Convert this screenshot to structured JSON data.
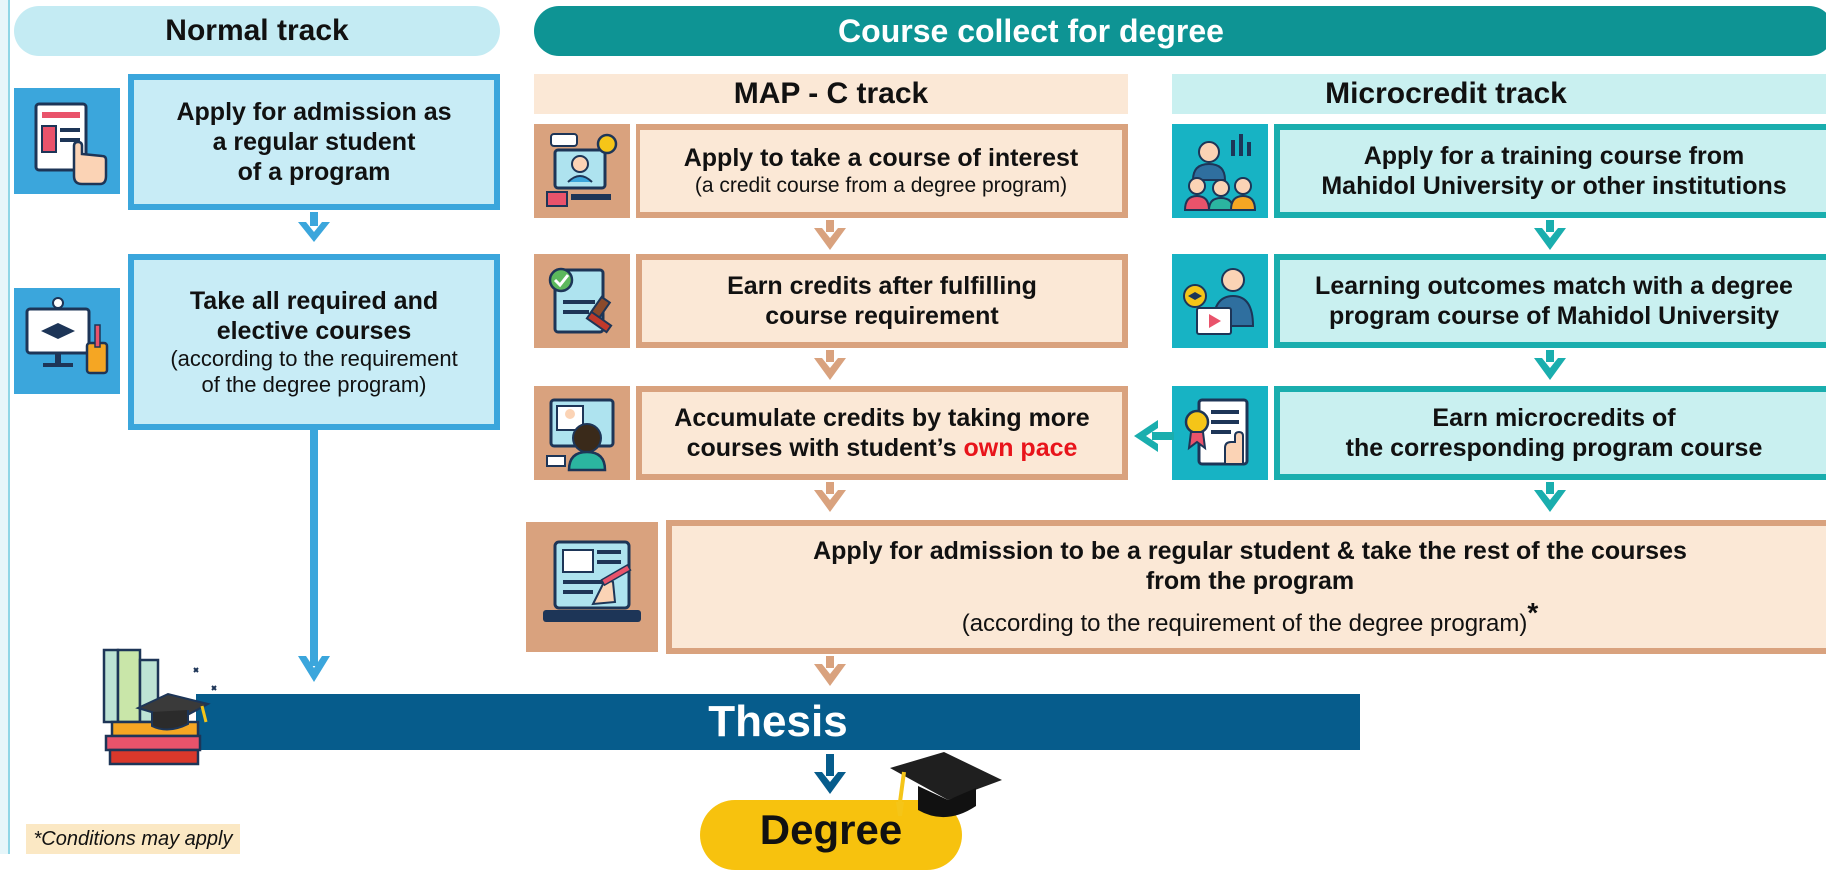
{
  "normal": {
    "title": "Normal track",
    "step1": [
      "Apply for admission as",
      "a regular student",
      "of a program"
    ],
    "step2_bold": [
      "Take all required and",
      "elective courses"
    ],
    "step2_note": [
      "(according to the requirement",
      "of the degree program)"
    ]
  },
  "collect": {
    "title": "Course collect for degree"
  },
  "mapc": {
    "title": "MAP - C track",
    "step1_bold": "Apply to take a course of interest",
    "step1_note": "(a credit course from a degree program)",
    "step2": [
      "Earn credits after fulfilling",
      "course requirement"
    ],
    "step3_line1": "Accumulate credits by taking more",
    "step3_line2_pre": "courses with student’s ",
    "step3_line2_red": "own pace"
  },
  "micro": {
    "title": "Microcredit track",
    "step1": [
      "Apply for a training course from",
      "Mahidol University or other institutions"
    ],
    "step2": [
      "Learning outcomes match with a degree",
      "program course of Mahidol University"
    ],
    "step3": [
      "Earn microcredits of",
      "the corresponding program course"
    ]
  },
  "admission": {
    "line1": "Apply for admission to be a regular student & take the rest of the courses",
    "line2": "from the program",
    "note": "(according to the requirement of the degree program)",
    "asterisk": "*"
  },
  "thesis": "Thesis",
  "degree": "Degree",
  "footnote": "*Conditions may apply",
  "colors": {
    "blue": "#3ba6dc",
    "teal_header": "#0e9494",
    "peach": "#d9a27e",
    "thesis": "#065c8c",
    "degree": "#f7c20e"
  }
}
